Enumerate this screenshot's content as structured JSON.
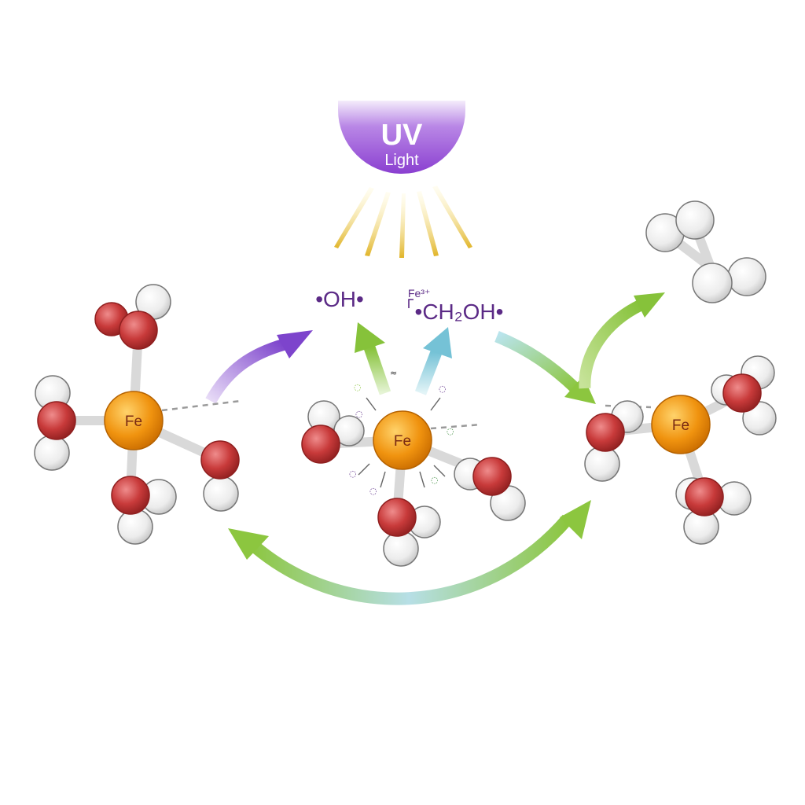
{
  "uv": {
    "title": "UV",
    "subtitle": "Light"
  },
  "labels": {
    "hydroxyl_radical": "•OH•",
    "fe3": "Fe³⁺",
    "hydroxymethyl_radical": "•CH₂OH•"
  },
  "complexes": [
    {
      "center": "Fe"
    },
    {
      "center": "Fe"
    },
    {
      "center": "Fe"
    }
  ],
  "colors": {
    "iron": "#f0930f",
    "oxygen": "#c83a3a",
    "hydrogen": "#f1f1f1",
    "uv": "#9a55d8",
    "rays": "#e9c338",
    "arrow_purple": "#8a4fd0",
    "arrow_green": "#8cc63f",
    "arrow_cyan": "#7cc7d8"
  }
}
